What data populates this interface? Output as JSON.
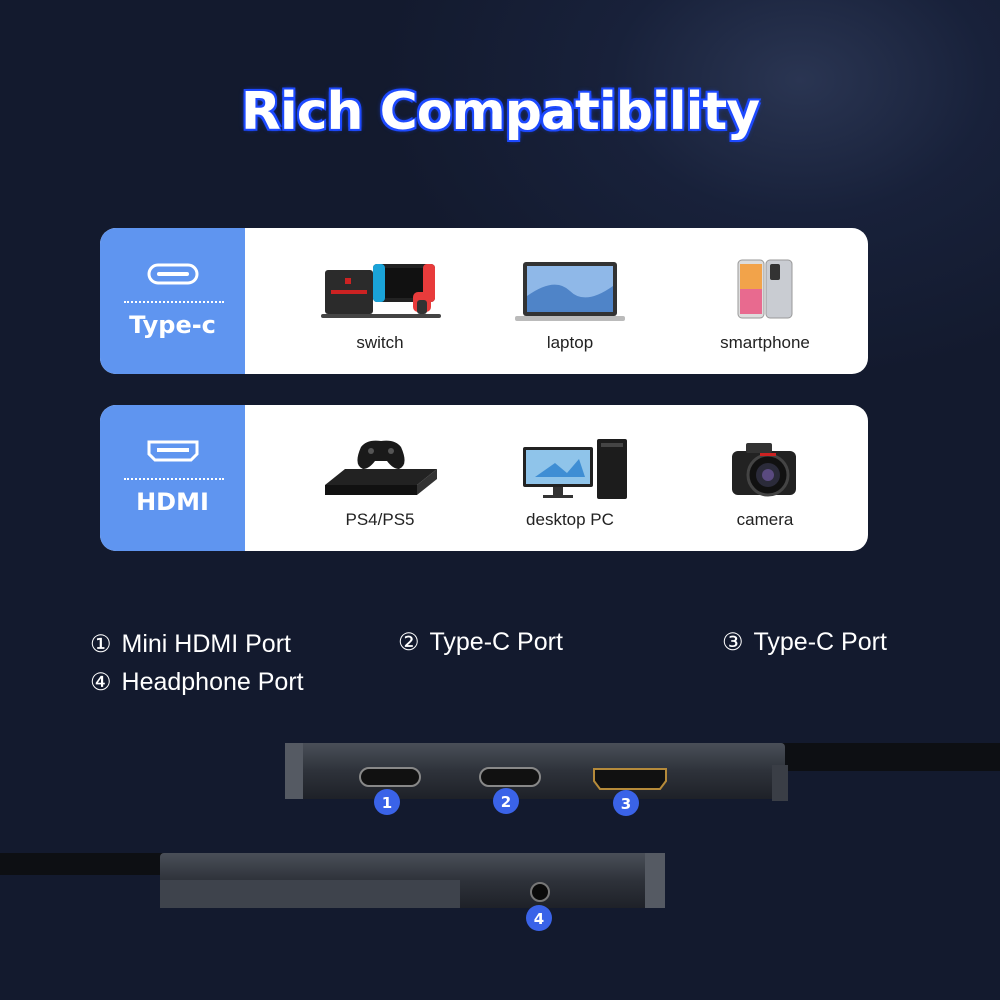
{
  "title": "Rich Compatibility",
  "cards": [
    {
      "port": "Type-c",
      "port_icon": "usb-c-port-icon",
      "devices": [
        {
          "name": "switch",
          "icon": "nintendo-switch-icon"
        },
        {
          "name": "laptop",
          "icon": "laptop-icon"
        },
        {
          "name": "smartphone",
          "icon": "smartphone-icon"
        }
      ]
    },
    {
      "port": "HDMI",
      "port_icon": "hdmi-port-icon",
      "devices": [
        {
          "name": "PS4/PS5",
          "icon": "game-console-icon"
        },
        {
          "name": "desktop PC",
          "icon": "desktop-pc-icon"
        },
        {
          "name": "camera",
          "icon": "camera-icon"
        }
      ]
    }
  ],
  "ports": [
    {
      "num": "①",
      "label": "Mini HDMI Port"
    },
    {
      "num": "②",
      "label": "Type-C Port"
    },
    {
      "num": "③",
      "label": "Type-C Port"
    },
    {
      "num": "④",
      "label": "Headphone Port"
    }
  ],
  "badges": [
    "1",
    "2",
    "3",
    "4"
  ],
  "colors": {
    "accent": "#5f95f0",
    "badge": "#3a63e8",
    "background": "#131a2e"
  }
}
